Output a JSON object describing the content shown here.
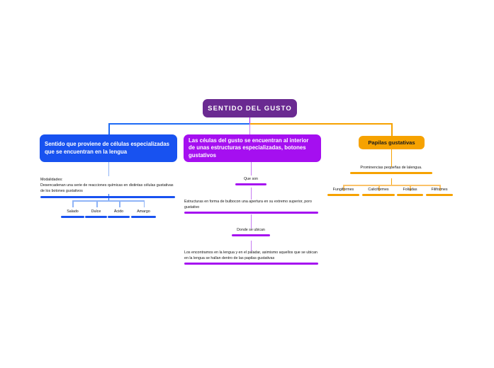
{
  "document": {
    "type": "mind-map",
    "title": "SENTIDO DEL GUSTO"
  },
  "colors": {
    "root": "#6a2a91",
    "branch_blue": "#1852f0",
    "branch_purple": "#a50ff0",
    "branch_orange": "#f6a200",
    "text": "#111111",
    "background": "#ffffff"
  },
  "root": {
    "label": "SENTIDO DEL GUSTO"
  },
  "branches": {
    "left": {
      "title": "Sentido que proviene de células especializadas que se encuentran en la lengua",
      "detail": "Modalidades:\nDesencadenan una serie de reacciones químicas en distintas células gustativas de los botones gustativos",
      "leaves": [
        {
          "label": "Salado"
        },
        {
          "label": "Dulce"
        },
        {
          "label": "Ácido"
        },
        {
          "label": "Amargo"
        }
      ]
    },
    "middle": {
      "title": "Las céulas del gusto se encuentran al interior de unas estructuras especializadas, botones gustativos",
      "sections": [
        {
          "heading": "Que son",
          "detail": "Estructuras en forma de bulbocon una apertura en su extremo superior, poro gustativo"
        },
        {
          "heading": "Donde se ubican",
          "detail": "Los encontramos en la lengua y en el paladar, asimismo aquellos que se ubican en la lengua se hallan dentro de las papilas gustativas"
        }
      ]
    },
    "right": {
      "title": "Papilas gustativas",
      "detail": "Prominencias pequeñas de lalengua.",
      "leaves": [
        {
          "label": "Fungiformes"
        },
        {
          "label": "Caliciformes"
        },
        {
          "label": "Foliadas"
        },
        {
          "label": "Filiformes"
        }
      ]
    }
  }
}
